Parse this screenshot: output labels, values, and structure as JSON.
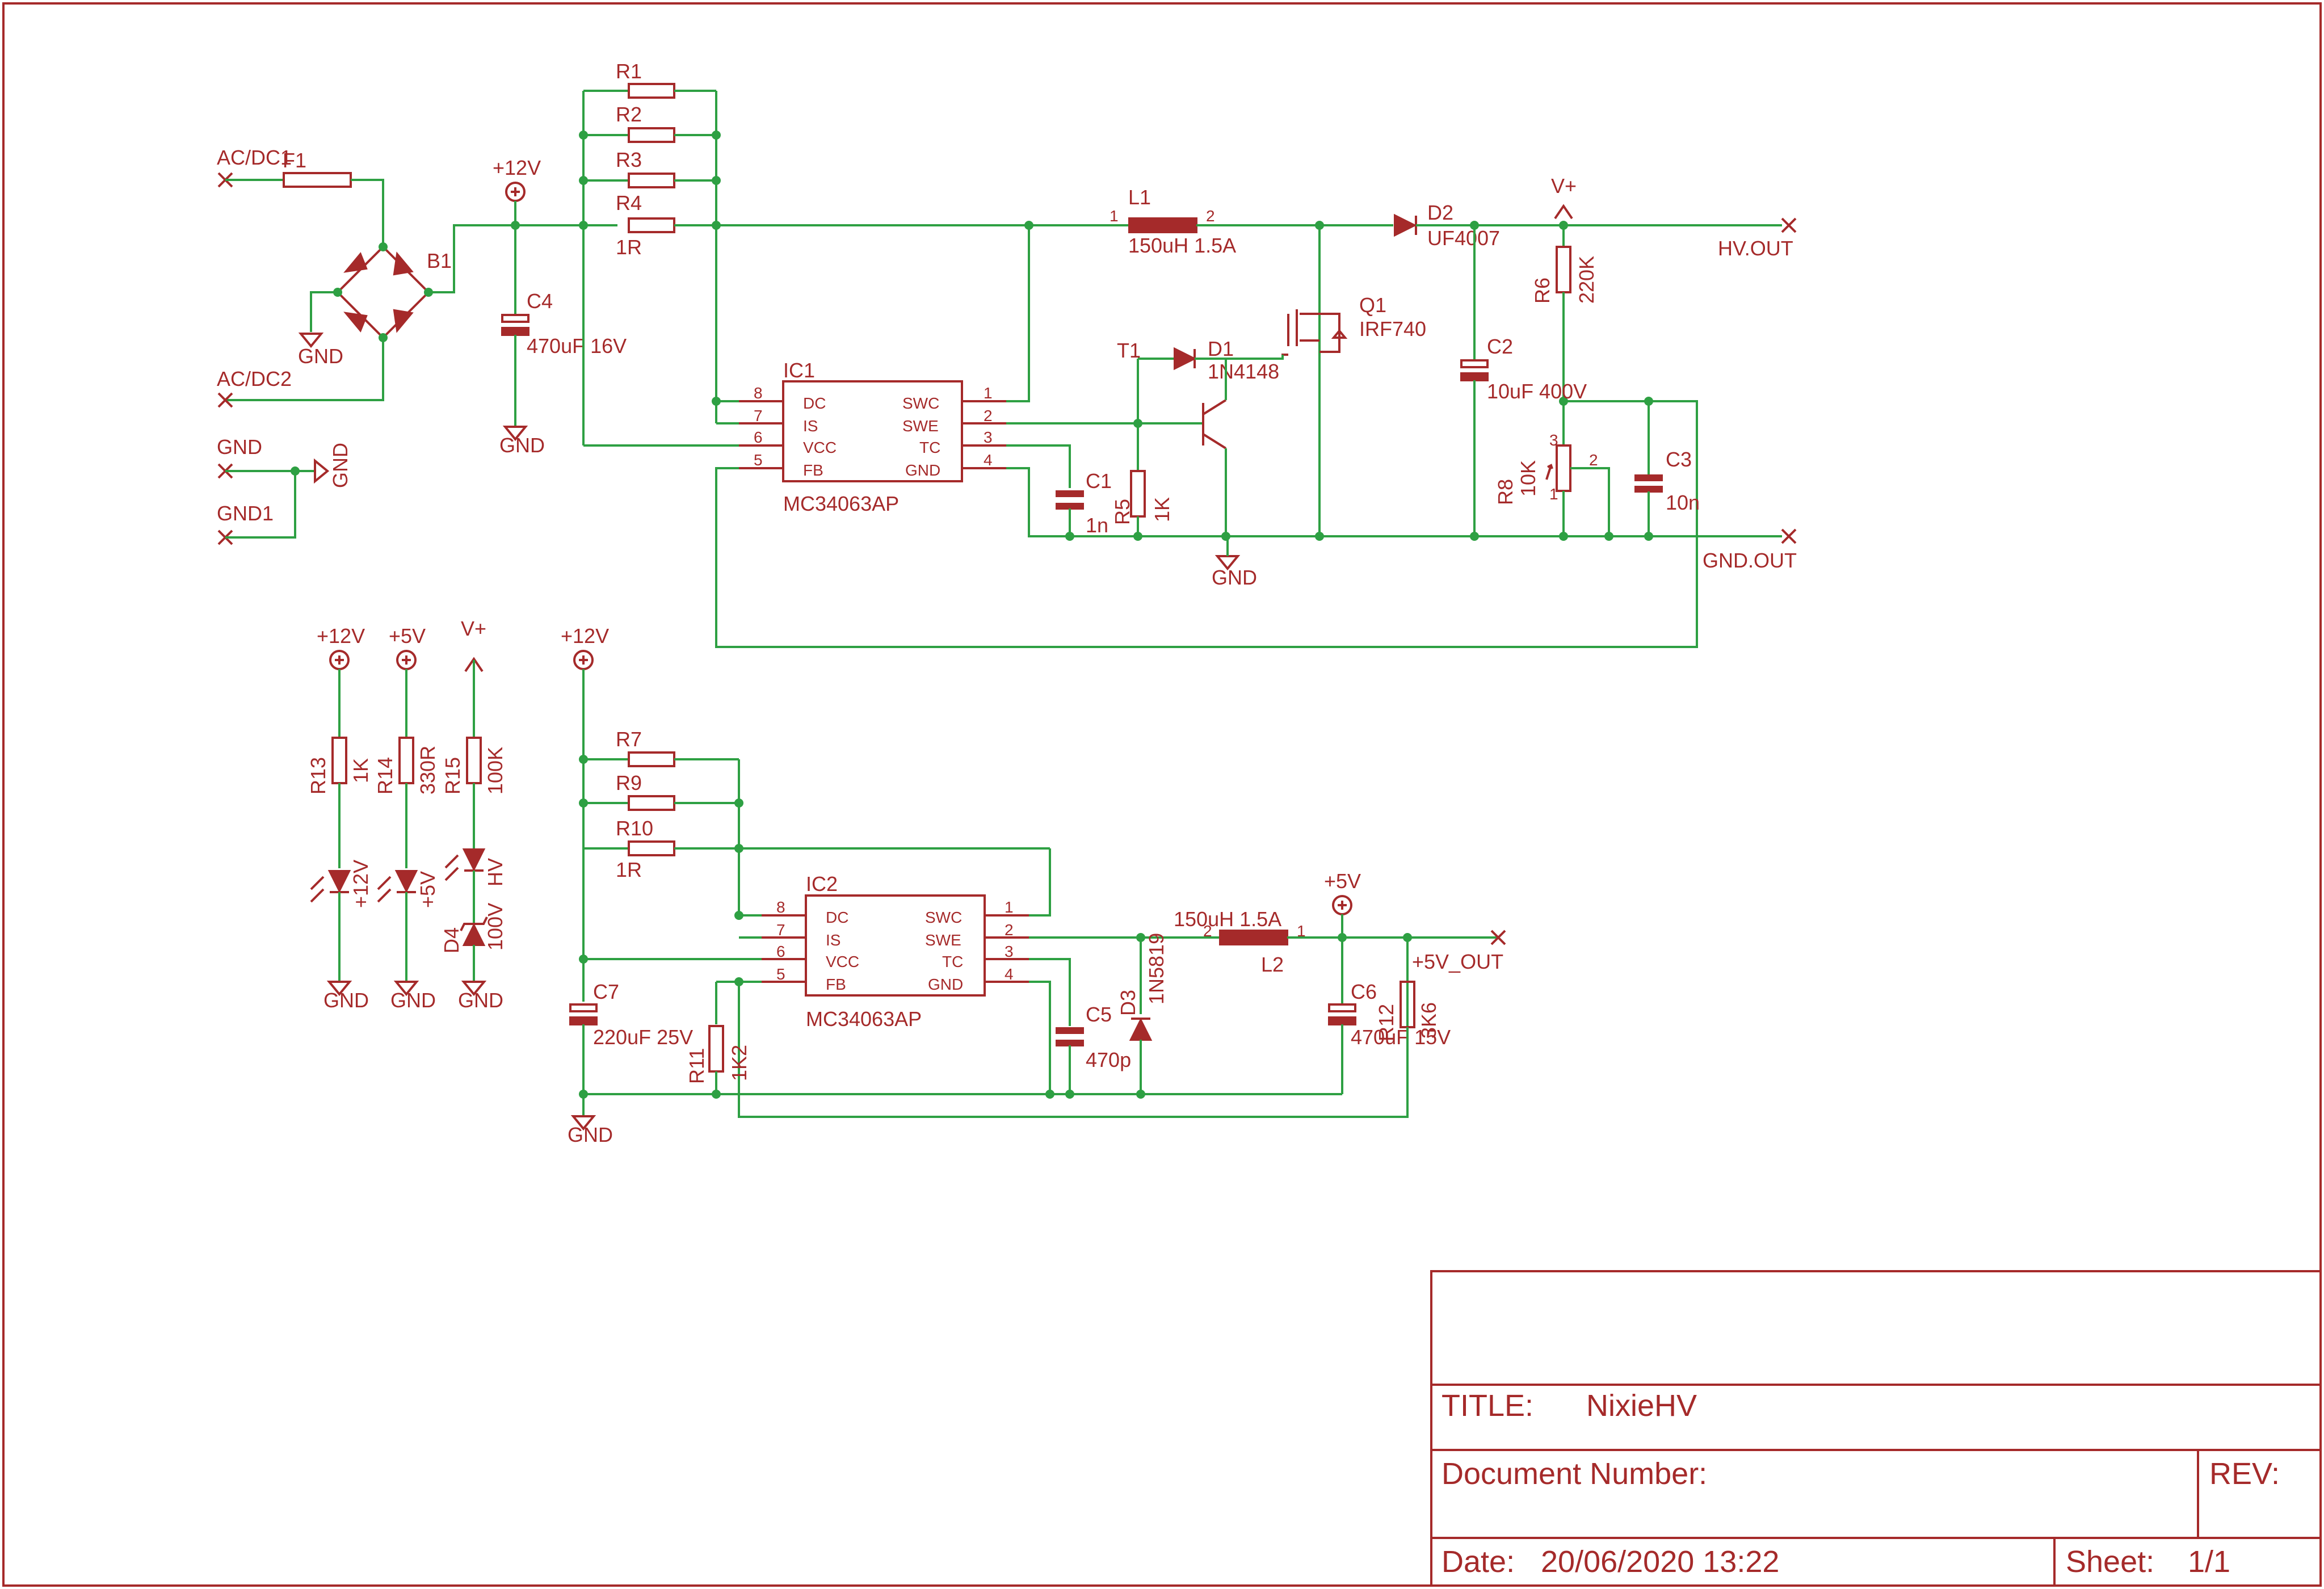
{
  "title_block": {
    "title_label": "TITLE:",
    "title_value": "NixieHV",
    "doc_number_label": "Document Number:",
    "rev_label": "REV:",
    "date_label": "Date:",
    "date_value": "20/06/2020 13:22",
    "sheet_label": "Sheet:",
    "sheet_value": "1/1"
  },
  "labels": {
    "acdc1": "AC/DC1",
    "acdc2": "AC/DC2",
    "gnd_in": "GND",
    "gnd1": "GND1",
    "f1": "F1",
    "b1": "B1",
    "gnd": "GND",
    "p12v": "+12V",
    "p5v": "+5V",
    "vplus": "V+",
    "c4": "C4",
    "c4v": "470uF 16V",
    "r1": "R1",
    "r2": "R2",
    "r3": "R3",
    "r4": "R4",
    "r1v": "1R",
    "ic1": "IC1",
    "ic1v": "MC34063AP",
    "l1": "L1",
    "l1v": "150uH 1.5A",
    "d2": "D2",
    "d2v": "UF4007",
    "hvout": "HV.OUT",
    "gndout": "GND.OUT",
    "r6": "R6",
    "r6v": "220K",
    "t1": "T1",
    "d1": "D1",
    "d1v": "1N4148",
    "q1": "Q1",
    "q1v": "IRF740",
    "c2": "C2",
    "c2v": "10uF 400V",
    "c1": "C1",
    "c1v": "1n",
    "r5": "R5",
    "r5v": "1K",
    "r8": "R8",
    "r8v": "10K",
    "c3": "C3",
    "c3v": "10n",
    "r13": "R13",
    "r13v": "1K",
    "r14": "R14",
    "r14v": "330R",
    "r15": "R15",
    "r15v": "100K",
    "led12": "+12V",
    "led5": "+5V",
    "ledhv": "HV",
    "d4": "D4",
    "d4v": "100V",
    "r7": "R7",
    "r9": "R9",
    "r10": "R10",
    "r10v": "1R",
    "ic2": "IC2",
    "ic2v": "MC34063AP",
    "c7": "C7",
    "c7v": "220uF 25V",
    "r11": "R11",
    "r11v": "1K2",
    "c5": "C5",
    "c5v": "470p",
    "d3": "D3",
    "d3v": "1N5819",
    "l2": "L2",
    "l2v": "150uH 1.5A",
    "c6": "C6",
    "c6v": "470uF 15V",
    "r12": "R12",
    "r12v": "3K6",
    "p5vout": "+5V_OUT"
  },
  "ic_pins": {
    "left": [
      "DC",
      "IS",
      "VCC",
      "FB"
    ],
    "right": [
      "SWC",
      "SWE",
      "TC",
      "GND"
    ],
    "left_nums": [
      "8",
      "7",
      "6",
      "5"
    ],
    "right_nums": [
      "1",
      "2",
      "3",
      "4"
    ]
  },
  "colors": {
    "wire": "#2ea043",
    "symbol": "#a52a2a"
  }
}
